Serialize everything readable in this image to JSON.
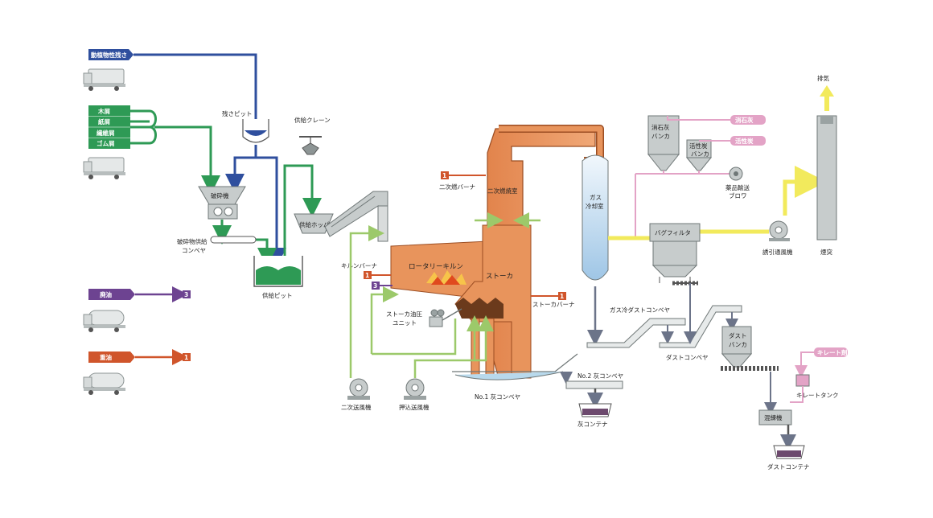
{
  "colors": {
    "navy": "#2f4f9e",
    "green": "#2e9a55",
    "lightgreen": "#9cc96a",
    "purple": "#6d4391",
    "orange_line": "#d0552b",
    "pink": "#e3a3c6",
    "yellow": "#f2ea5c",
    "furnace": "#e8945c",
    "furnace_edge": "#9b4d22",
    "duct": "#a56d43",
    "equipment_fill": "#c7cccc",
    "equipment_edge": "#6f7777",
    "grey_line": "#6c7489",
    "gas_cooler_top": "#f1f7fc",
    "gas_cooler_bottom": "#9fc6e6",
    "conveyor_blue": "#b8d9ec"
  },
  "inputs": {
    "animal_residue": "動植物性残さ",
    "wood": "木屑",
    "paper": "紙屑",
    "fiber": "繊維屑",
    "rubber": "ゴム屑",
    "waste_oil": "廃油",
    "waste_oil_tag": "3",
    "heavy_oil": "重油",
    "heavy_oil_tag": "1"
  },
  "equipment": {
    "residue_pit": "残さピット",
    "supply_crane": "供給クレーン",
    "crusher": "破砕機",
    "crushed_conveyor_1": "破砕物供給",
    "crushed_conveyor_2": "コンベヤ",
    "supply_pit": "供給ピット",
    "supply_hopper": "供給ホッパ",
    "kiln_burner_1": "キルンバーナ",
    "kiln_burner_tag": "1",
    "kiln_oil_tag": "3",
    "rotary_kiln": "ロータリーキルン",
    "stoker": "ストーカ",
    "secondary_combustion": "二次燃焼室",
    "secondary_burner": "二次燃バーナ",
    "secondary_burner_tag": "1",
    "stoker_burner": "ストーカバーナ",
    "stoker_burner_tag": "1",
    "stoker_hydraulic_1": "ストーカ油圧",
    "stoker_hydraulic_2": "ユニット",
    "secondary_fan": "二次送風機",
    "push_fan": "押込送風機",
    "ash_conveyor_1": "No.1 灰コンベヤ",
    "ash_conveyor_2": "No.2 灰コンベヤ",
    "ash_container": "灰コンテナ",
    "gas_cooler_1": "ガス",
    "gas_cooler_2": "冷却室",
    "slaked_lime_1": "消石灰",
    "slaked_lime_2": "バンカ",
    "activated_carbon_1": "活性炭",
    "activated_carbon_2": "バンカ",
    "lime_tag": "消石灰",
    "carbon_tag": "活性炭",
    "chem_blower_1": "薬品輸送",
    "chem_blower_2": "ブロワ",
    "bag_filter": "バグフィルタ",
    "induced_fan": "誘引通風機",
    "stack": "煙突",
    "exhaust": "排気",
    "gas_cooler_dust_conveyor": "ガス冷ダストコンベヤ",
    "dust_conveyor": "ダストコンベヤ",
    "dust_bunker_1": "ダスト",
    "dust_bunker_2": "バンカ",
    "chelate_agent": "キレート剤",
    "chelate_tank": "キレートタンク",
    "mixer": "混練機",
    "dust_container": "ダストコンテナ"
  }
}
